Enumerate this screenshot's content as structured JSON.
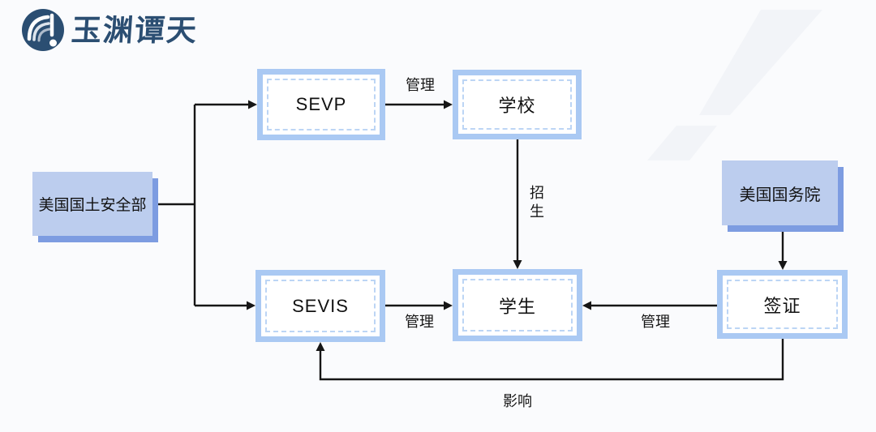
{
  "brand": {
    "name": "玉渊谭天",
    "icon": "yuyuan-tantian-logo",
    "color": "#2b4e72"
  },
  "diagram": {
    "type": "flowchart",
    "nodes": [
      {
        "id": "dhs",
        "label": "美国国土安全部",
        "style": "solid-fill"
      },
      {
        "id": "sevp",
        "label": "SEVP",
        "style": "outlined-dashed"
      },
      {
        "id": "school",
        "label": "学校",
        "style": "outlined-dashed"
      },
      {
        "id": "dos",
        "label": "美国国务院",
        "style": "solid-fill"
      },
      {
        "id": "sevis",
        "label": "SEVIS",
        "style": "outlined-dashed"
      },
      {
        "id": "student",
        "label": "学生",
        "style": "outlined-dashed"
      },
      {
        "id": "visa",
        "label": "签证",
        "style": "outlined-dashed"
      }
    ],
    "edges": [
      {
        "from": "dhs",
        "to": "sevp",
        "label": ""
      },
      {
        "from": "dhs",
        "to": "sevis",
        "label": ""
      },
      {
        "from": "sevp",
        "to": "school",
        "label": "管理"
      },
      {
        "from": "school",
        "to": "student",
        "label": "招生"
      },
      {
        "from": "dos",
        "to": "visa",
        "label": ""
      },
      {
        "from": "sevis",
        "to": "student",
        "label": "管理"
      },
      {
        "from": "visa",
        "to": "student",
        "label": "管理"
      },
      {
        "from": "visa",
        "to": "sevis",
        "label": "影响"
      }
    ],
    "colors": {
      "background": "#fafbfd",
      "box_border": "#aac9f3",
      "box_dashed_border": "#bcd5f5",
      "solid_box_fill": "#bccdee",
      "solid_box_shadow": "#7d9ce1",
      "line": "#161616"
    }
  }
}
